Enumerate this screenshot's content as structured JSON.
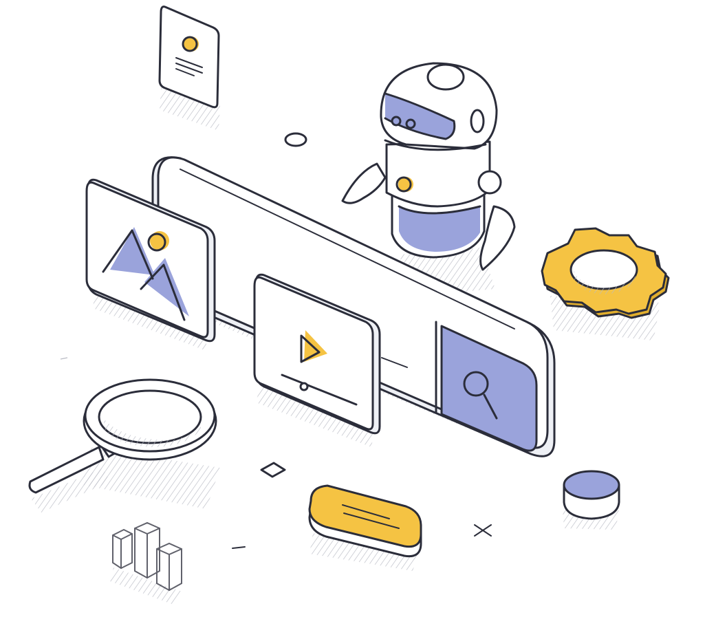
{
  "illustration": {
    "palette": {
      "outline": "#2b2d3a",
      "surface": "#ffffff",
      "side": "#f1f2f6",
      "accent_blue": "#9aa3db",
      "accent_yellow": "#f5c343",
      "shadow": "#b9bbc4"
    },
    "elements": [
      "document-card",
      "robot",
      "search-bar",
      "image-card",
      "video-card",
      "search-button",
      "gear",
      "magnifying-glass",
      "yellow-button",
      "blue-disc",
      "bar-blocks"
    ],
    "icons": [
      "image-icon",
      "play-icon",
      "search-icon",
      "gear-icon",
      "robot-icon",
      "magnifier-icon"
    ]
  }
}
